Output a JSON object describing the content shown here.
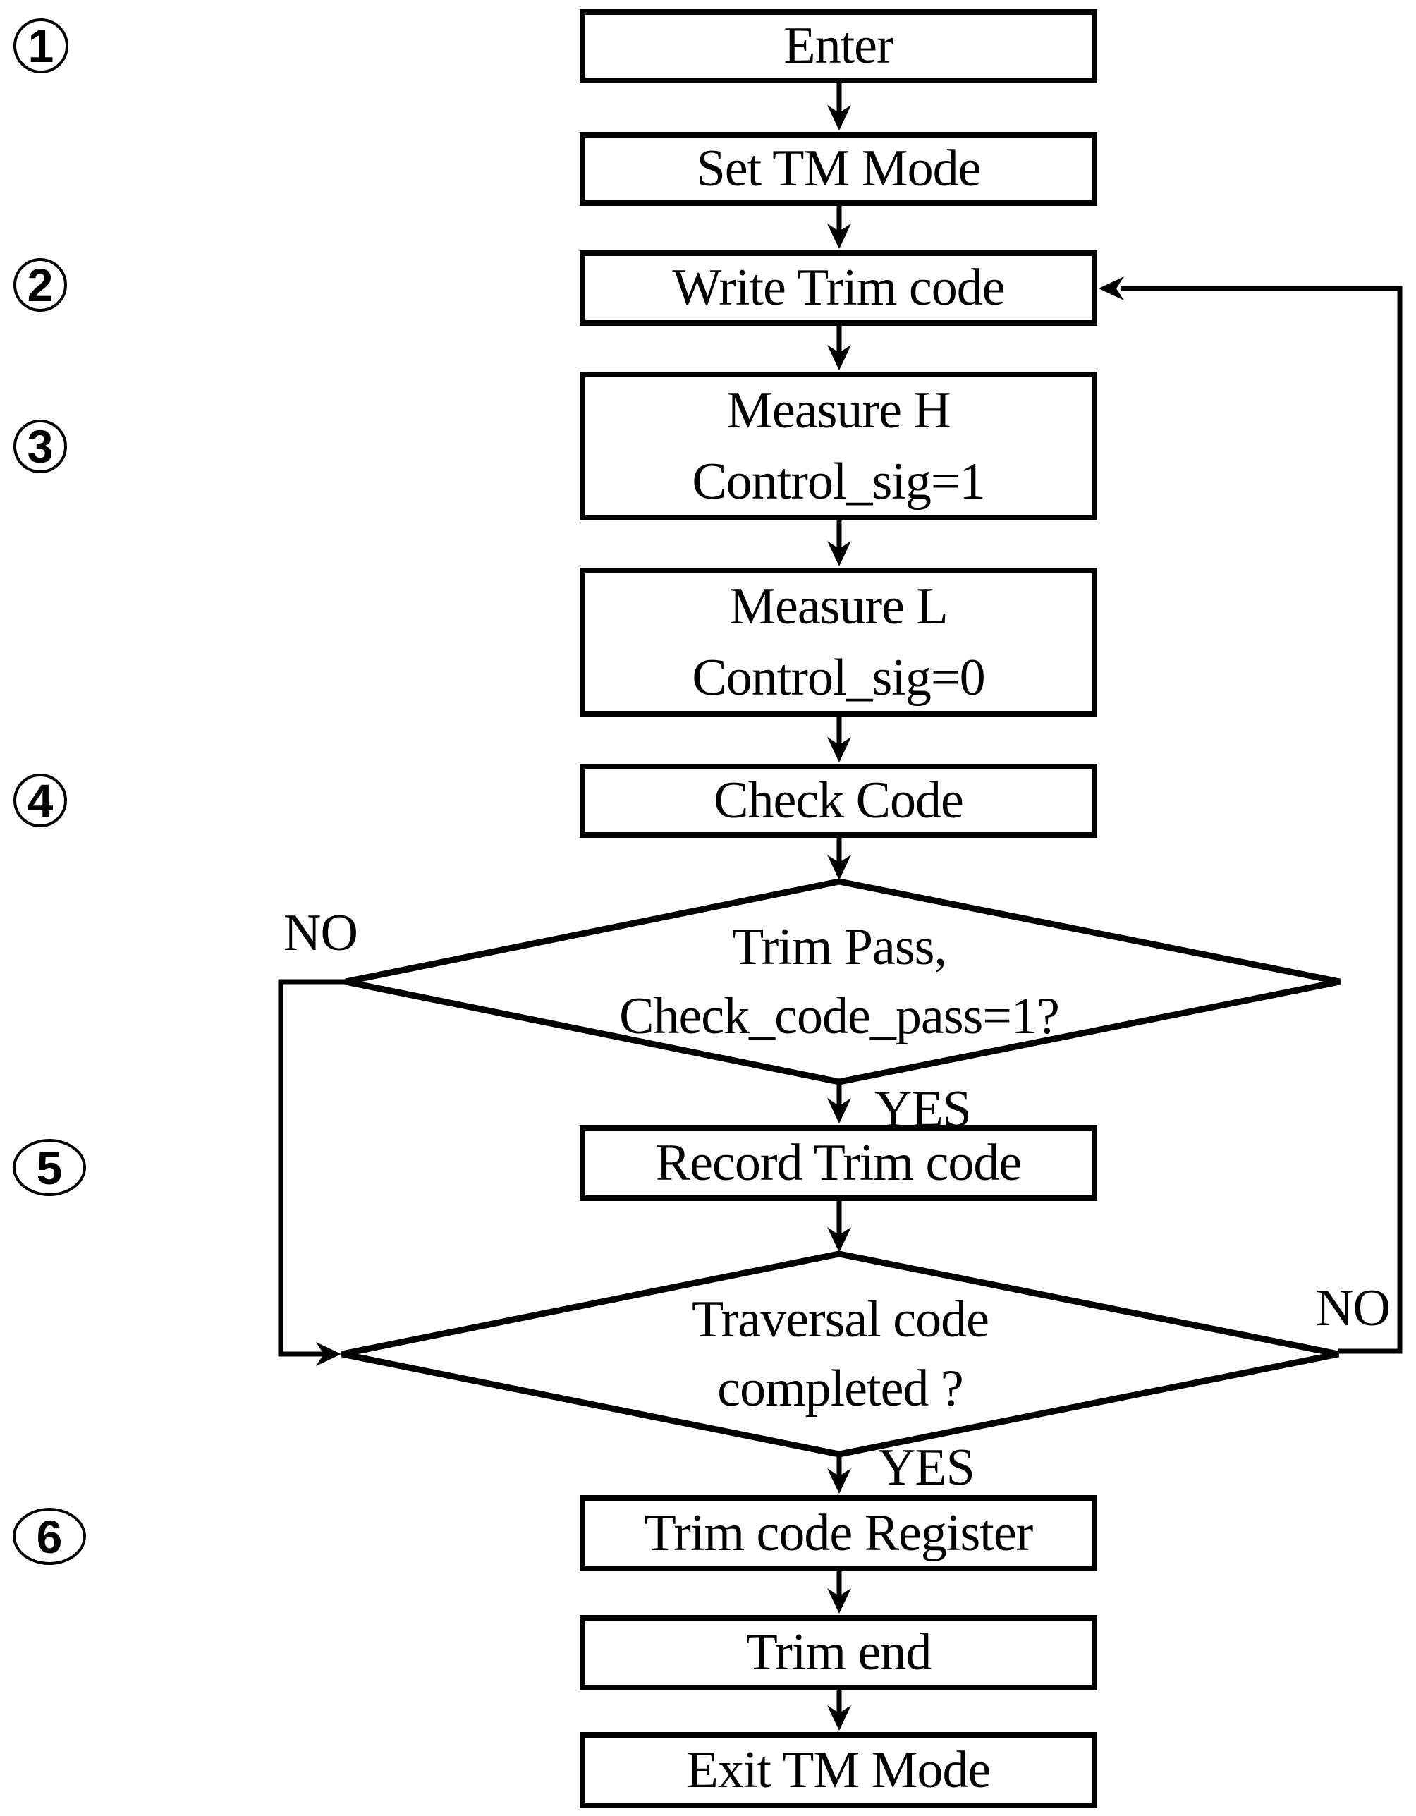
{
  "figure": {
    "type": "flowchart",
    "background_color": "#ffffff",
    "line_color": "#000000"
  },
  "steps": {
    "one": "1",
    "two": "2",
    "three": "3",
    "four": "4",
    "five": "5",
    "six": "6"
  },
  "nodes": {
    "enter": {
      "label": "Enter"
    },
    "set_tm_mode": {
      "label": "Set TM Mode"
    },
    "write_trim_code": {
      "label": "Write Trim code"
    },
    "measure_h": {
      "line1": "Measure H",
      "line2": "Control_sig=1"
    },
    "measure_l": {
      "line1": "Measure L",
      "line2": "Control_sig=0"
    },
    "check_code": {
      "label": "Check Code"
    },
    "trim_pass_decision": {
      "line1": "Trim Pass,",
      "line2": "Check_code_pass=1?"
    },
    "record_trim_code": {
      "label": "Record Trim code"
    },
    "traversal_decision": {
      "line1": "Traversal code",
      "line2": "completed ?"
    },
    "trim_code_register": {
      "label": "Trim code Register"
    },
    "trim_end": {
      "label": "Trim end"
    },
    "exit_tm_mode": {
      "label": "Exit TM Mode"
    }
  },
  "edges": {
    "trim_pass_no": "NO",
    "trim_pass_yes": "YES",
    "traversal_no": "NO",
    "traversal_yes": "YES"
  }
}
